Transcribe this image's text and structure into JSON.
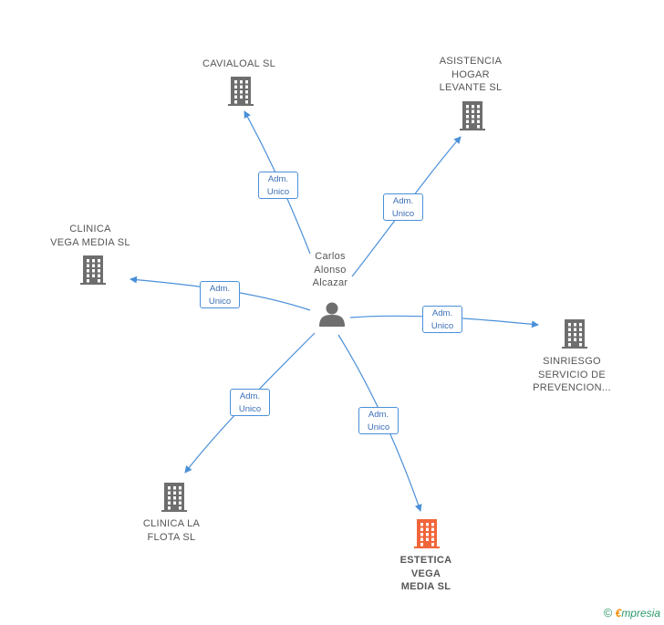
{
  "person": {
    "label": "Carlos\nAlonso\nAlcazar"
  },
  "companies": [
    {
      "id": "cavialoal",
      "label": "CAVIALOAL SL",
      "highlight": false
    },
    {
      "id": "asistencia",
      "label": "ASISTENCIA\nHOGAR\nLEVANTE  SL",
      "highlight": false
    },
    {
      "id": "clinica-vega",
      "label": "CLINICA\nVEGA MEDIA SL",
      "highlight": false
    },
    {
      "id": "sinriesgo",
      "label": "SINRIESGO\nSERVICIO DE\nPREVENCION...",
      "highlight": false
    },
    {
      "id": "clinica-flota",
      "label": "CLINICA LA\nFLOTA SL",
      "highlight": false
    },
    {
      "id": "estetica",
      "label": "ESTETICA\nVEGA\nMEDIA  SL",
      "highlight": true
    }
  ],
  "edges": [
    {
      "to": "cavialoal",
      "role": [
        "Adm.",
        "Unico"
      ]
    },
    {
      "to": "asistencia",
      "role": [
        "Adm.",
        "Unico"
      ]
    },
    {
      "to": "clinica-vega",
      "role": [
        "Adm.",
        "Unico"
      ]
    },
    {
      "to": "sinriesgo",
      "role": [
        "Adm.",
        "Unico"
      ]
    },
    {
      "to": "clinica-flota",
      "role": [
        "Adm.",
        "Unico"
      ]
    },
    {
      "to": "estetica",
      "role": [
        "Adm.",
        "Unico"
      ]
    }
  ],
  "colors": {
    "edge": "#4a90d9",
    "building": "#6e6e6e",
    "highlight": "#f0663a",
    "person": "#6e6e6e"
  },
  "icons": {
    "company": "building-icon",
    "person": "person-icon"
  },
  "brand": {
    "copyright": "©",
    "initial": "€",
    "name": "mpresia"
  }
}
